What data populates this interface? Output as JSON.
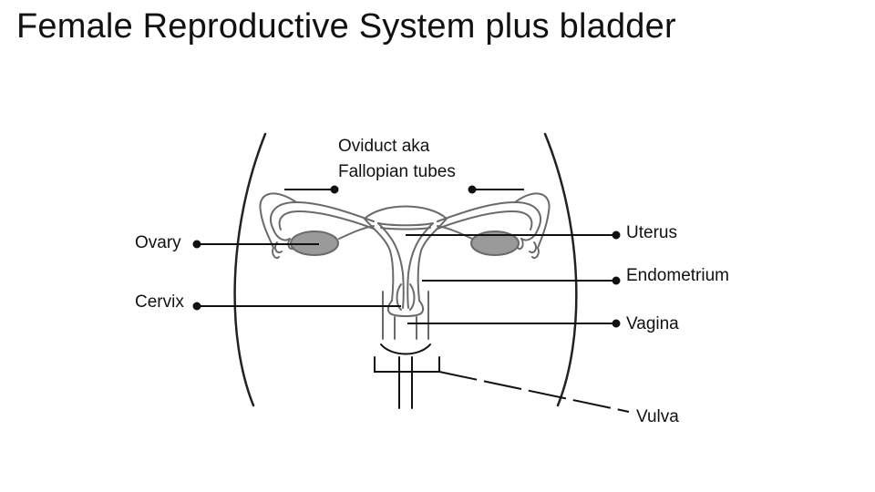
{
  "title": "Female Reproductive System plus bladder",
  "labels": {
    "oviduct_line1": "Oviduct aka",
    "oviduct_line2": "Fallopian tubes",
    "ovary": "Ovary",
    "cervix": "Cervix",
    "uterus": "Uterus",
    "endometrium": "Endometrium",
    "vagina": "Vagina",
    "vulva": "Vulva"
  },
  "colors": {
    "outline": "#6a6a6a",
    "ovary_fill": "#9a9a9a",
    "leader": "#111111"
  }
}
